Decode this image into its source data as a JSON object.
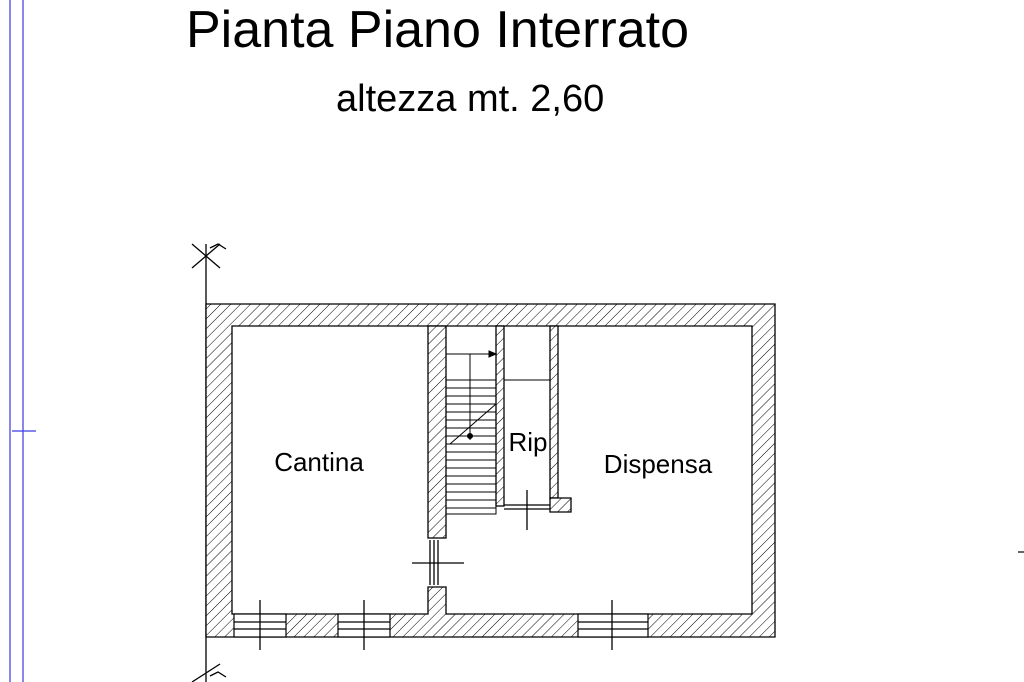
{
  "drawing": {
    "title": "Pianta Piano Interrato",
    "subtitle": "altezza mt. 2,60"
  },
  "rooms": [
    {
      "id": "cantina",
      "label": "Cantina"
    },
    {
      "id": "rip",
      "label": "Rip"
    },
    {
      "id": "dispensa",
      "label": "Dispensa"
    }
  ],
  "colors": {
    "ink": "#000000",
    "guide_line": "#3a3ae0",
    "background": "#ffffff"
  }
}
